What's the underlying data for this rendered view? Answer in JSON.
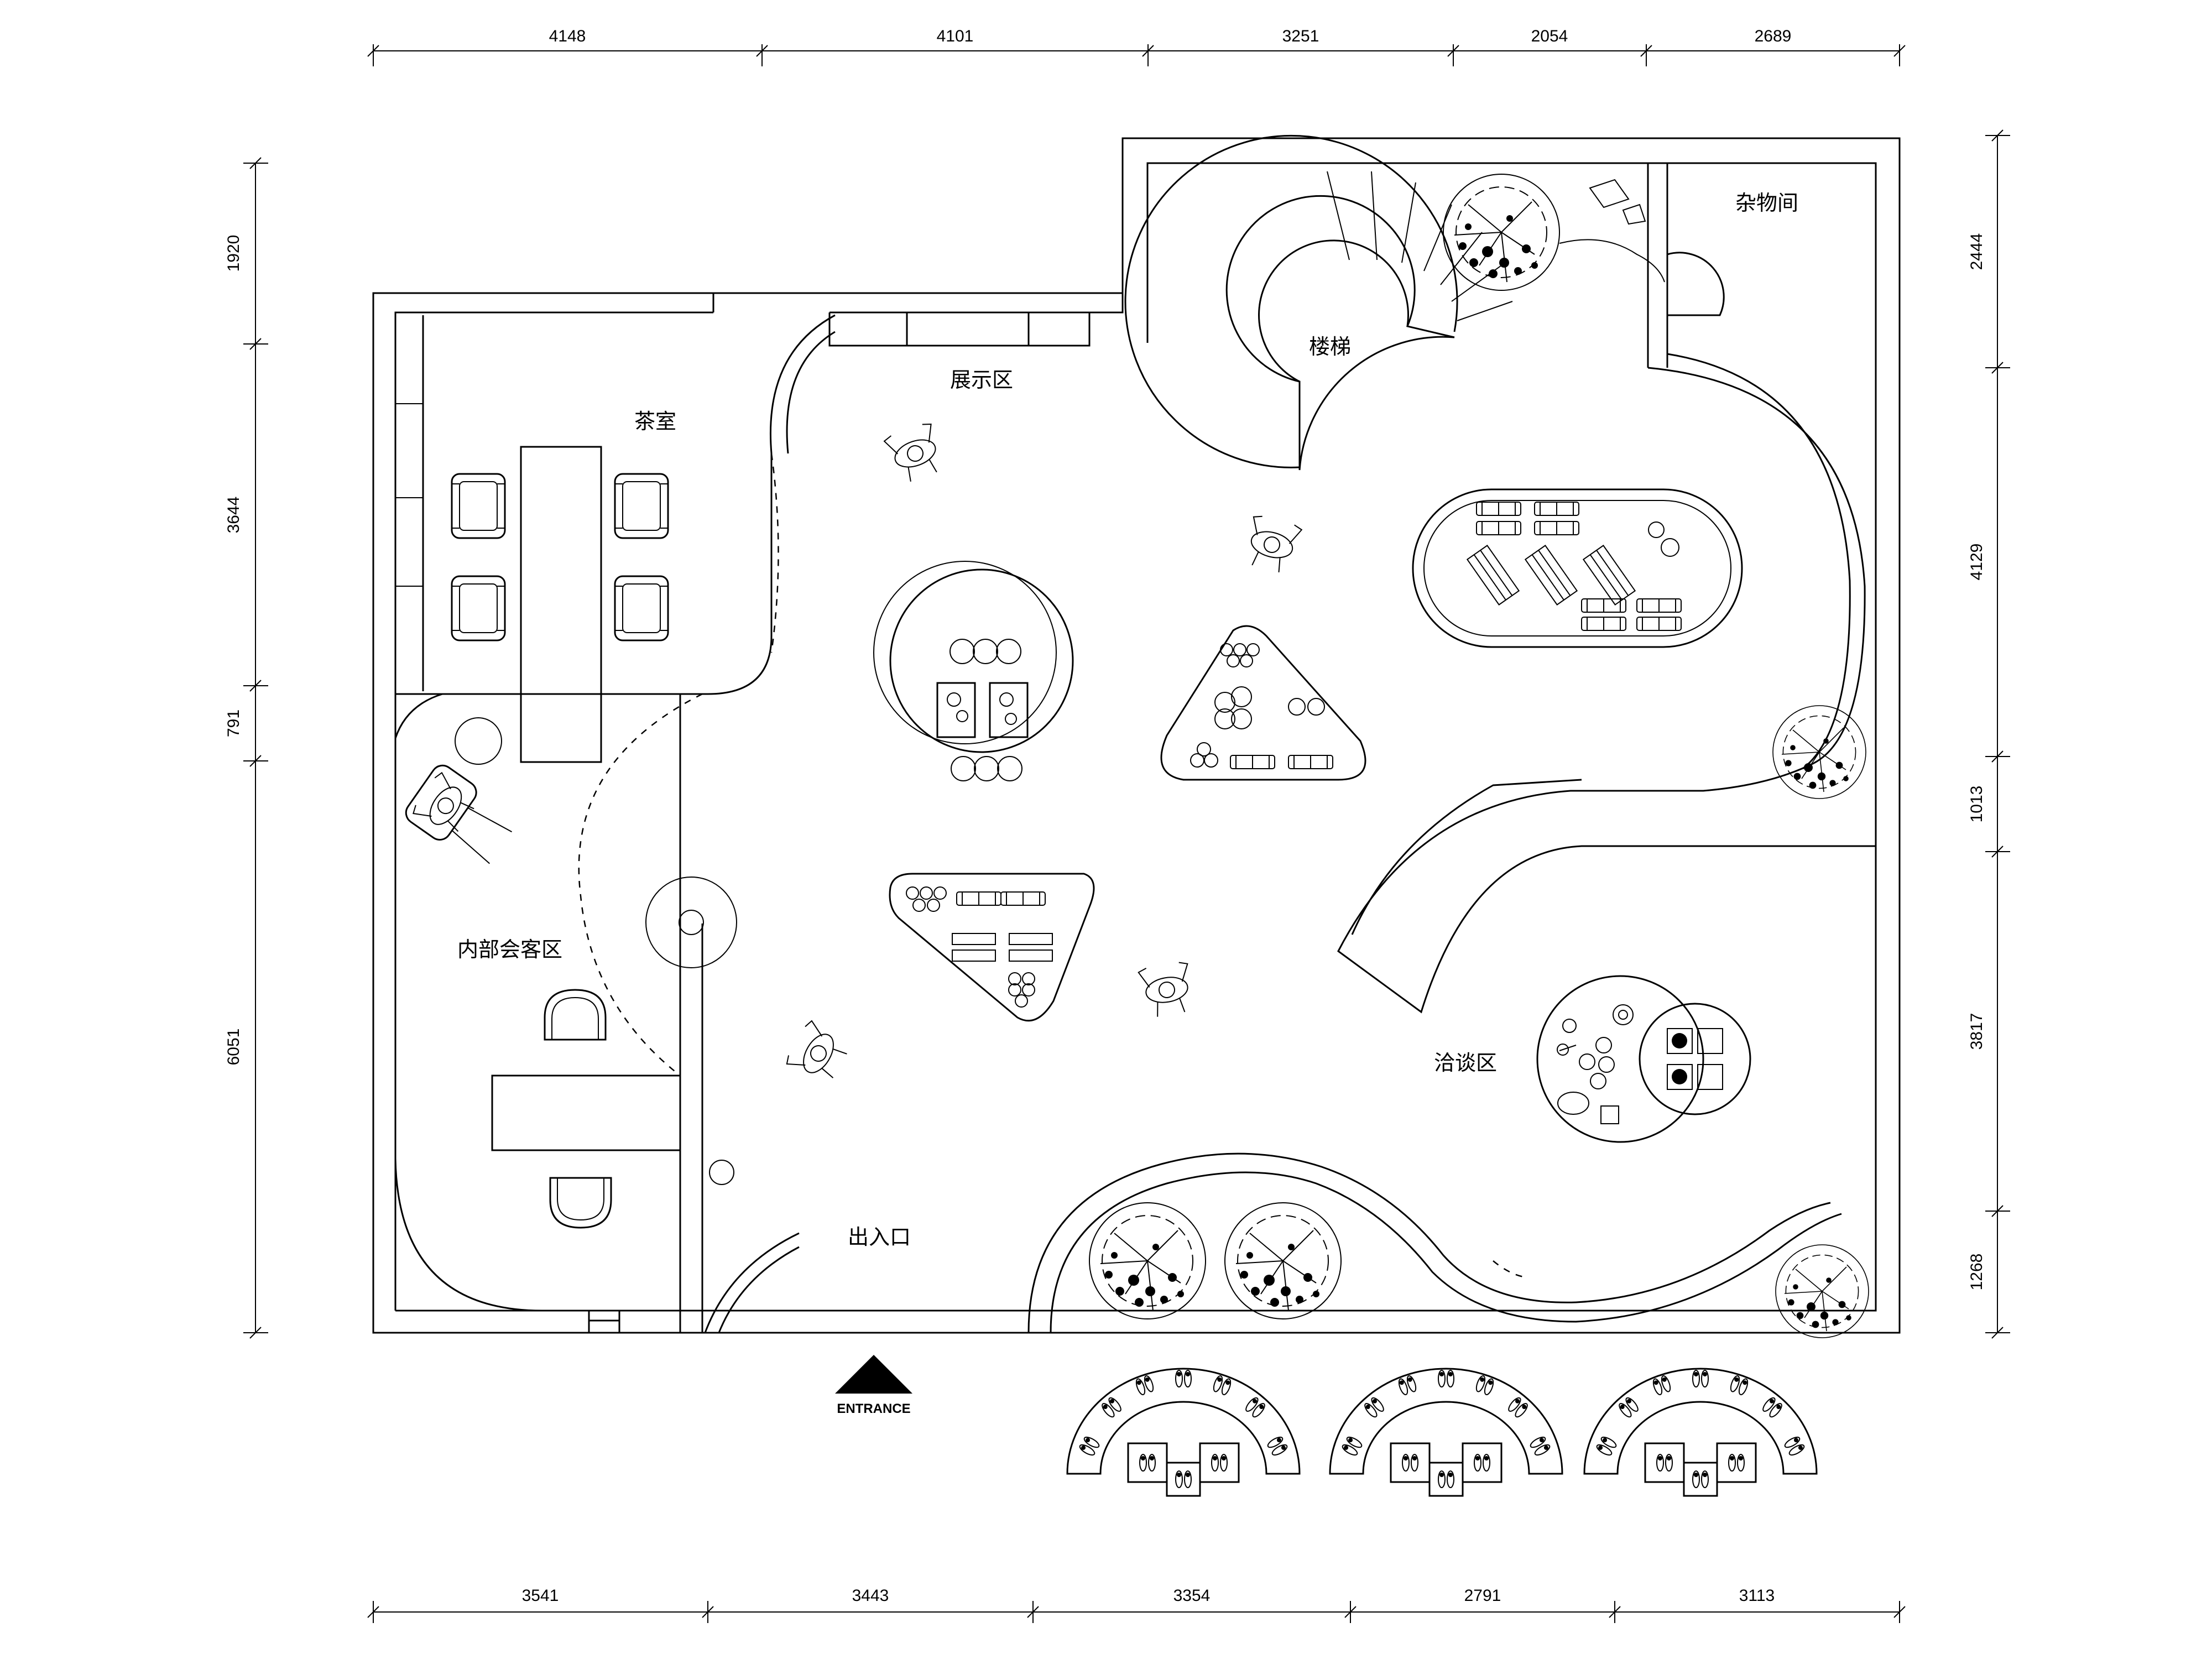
{
  "dimensions": {
    "top": [
      "4148",
      "4101",
      "3251",
      "2054",
      "2689"
    ],
    "bottom": [
      "3541",
      "3443",
      "3354",
      "2791",
      "3113"
    ],
    "left": [
      "1920",
      "3644",
      "791",
      "6051"
    ],
    "right": [
      "2444",
      "4129",
      "1013",
      "3817",
      "1268"
    ]
  },
  "rooms": {
    "tea_room": "茶室",
    "display_area": "展示区",
    "stairs": "楼梯",
    "storage": "杂物间",
    "meeting_area": "内部会客区",
    "negotiation_area": "洽谈区",
    "entrance_exit": "出入口"
  },
  "entrance_label": "ENTRANCE",
  "icons": [
    "tree-icon",
    "person-icon",
    "armchair-icon",
    "chair-icon",
    "shoe-icon",
    "entrance-arrow-icon"
  ]
}
